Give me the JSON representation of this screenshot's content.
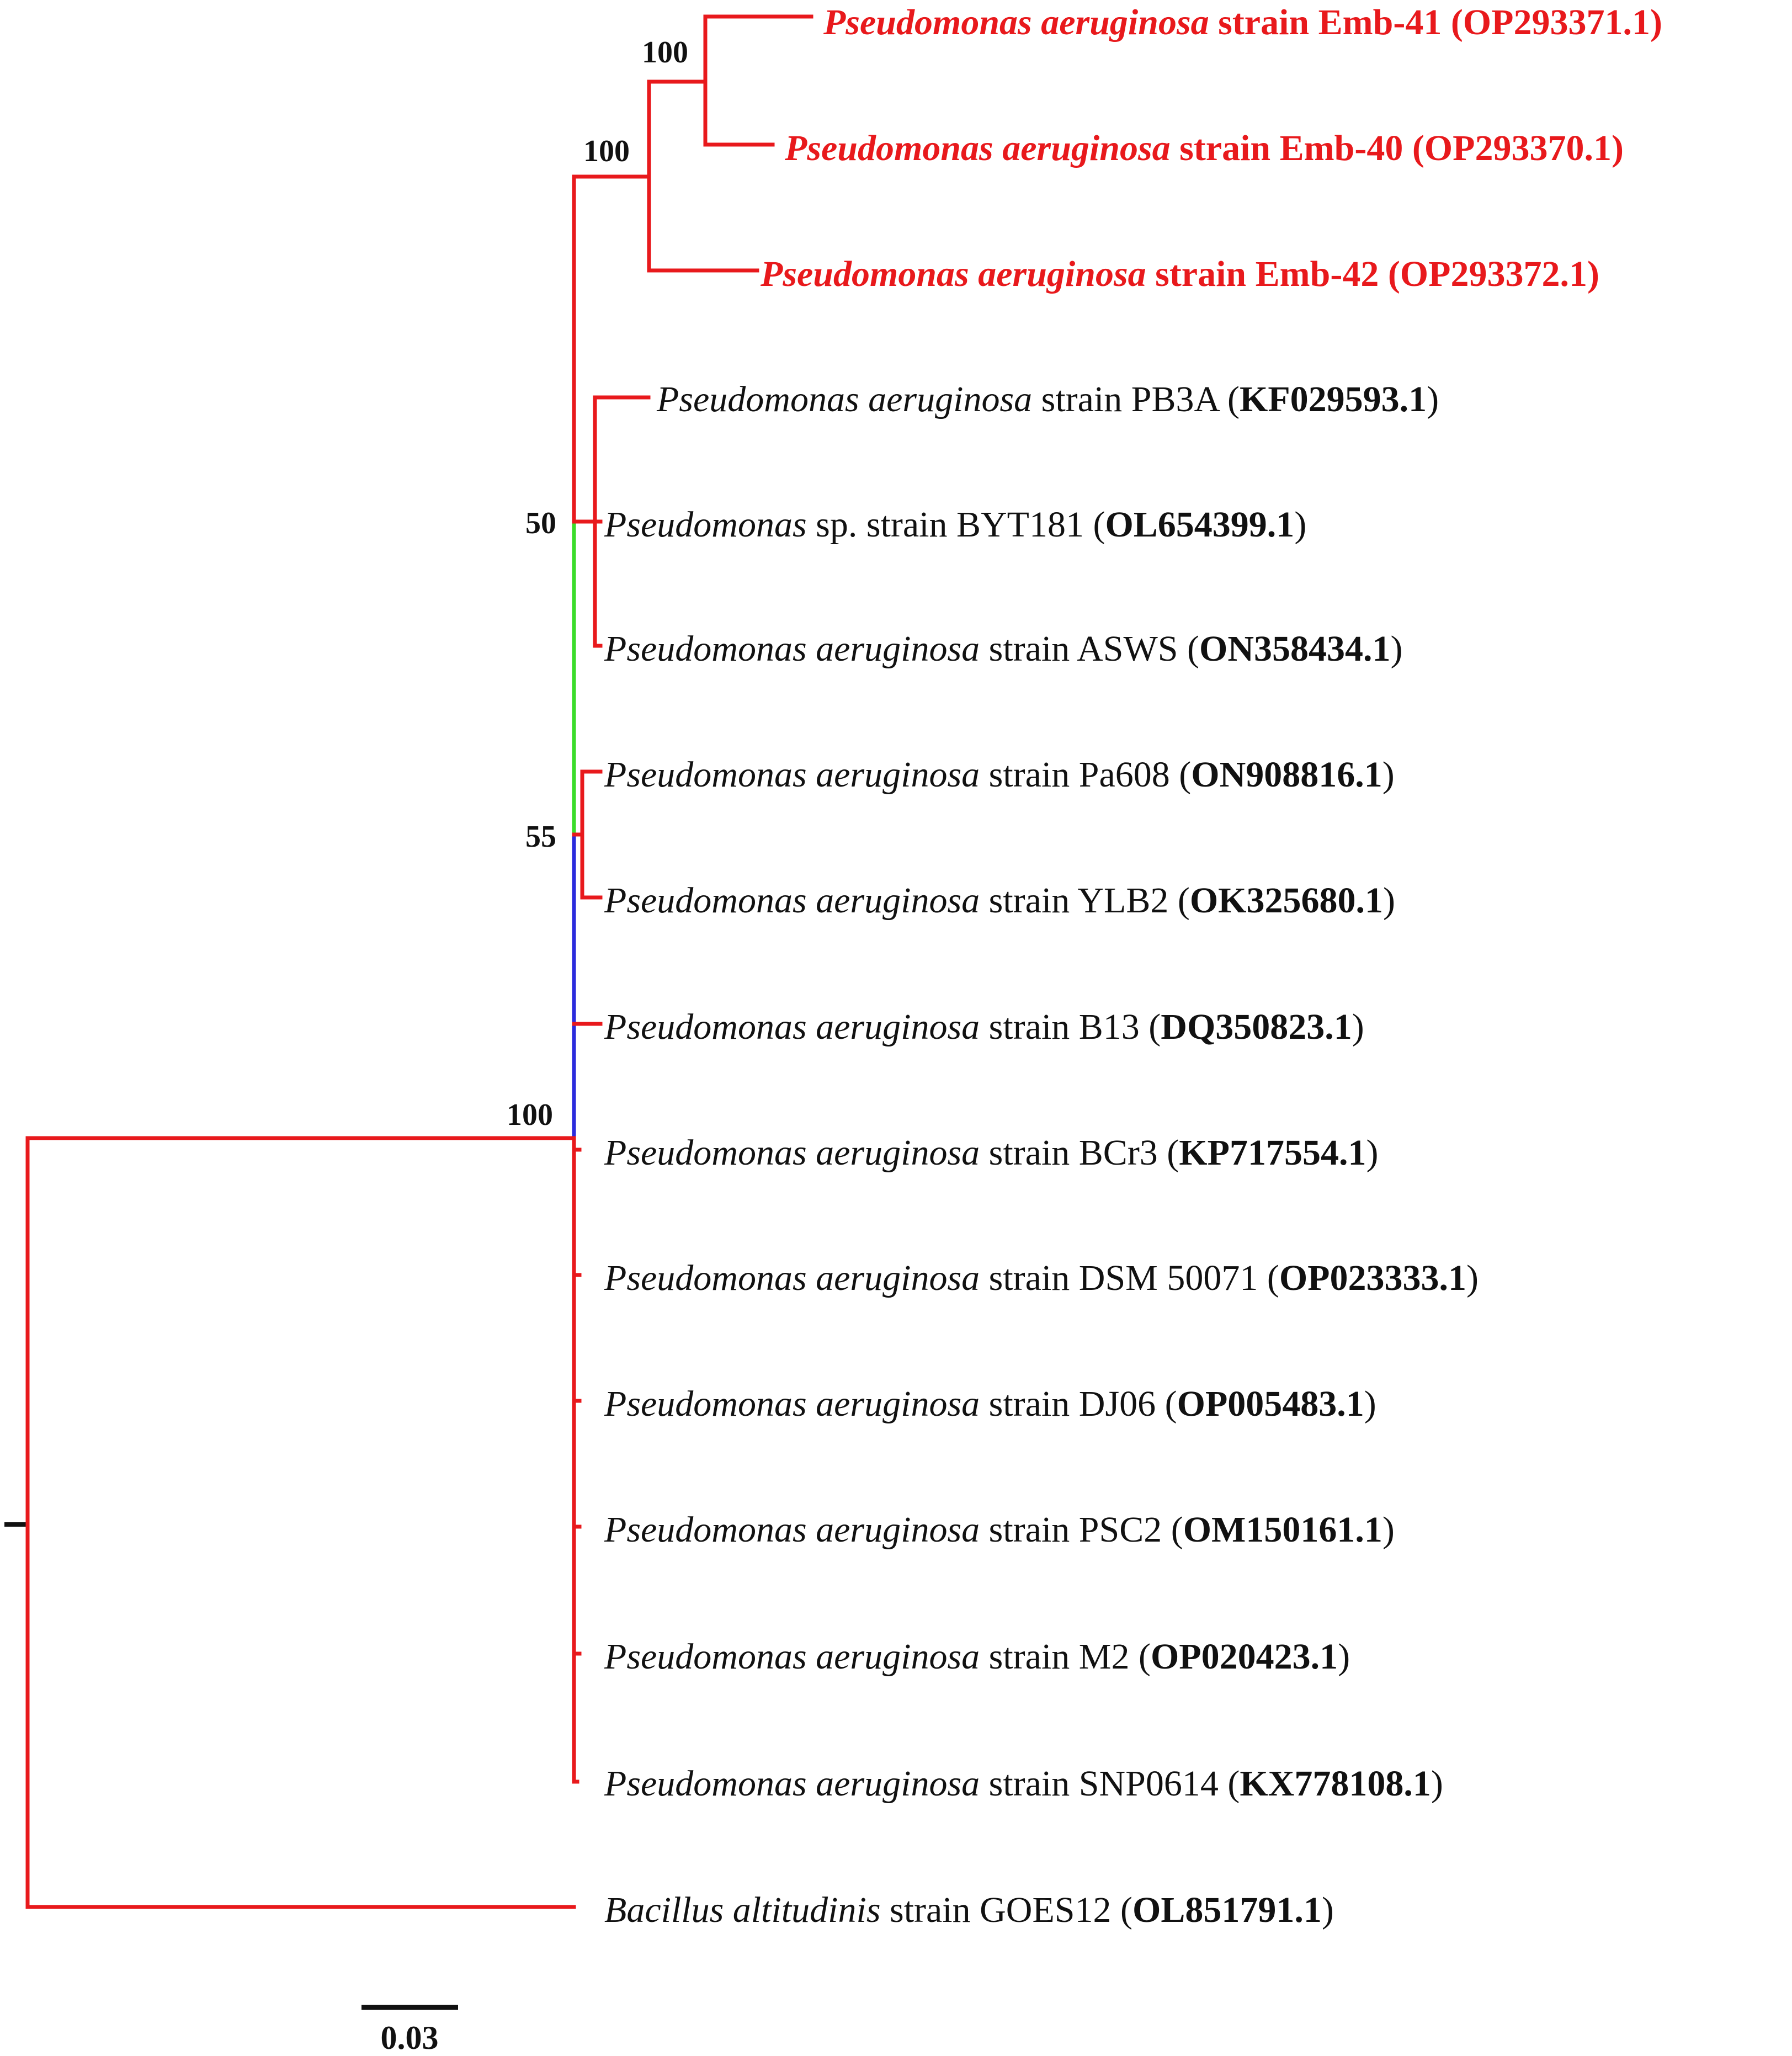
{
  "colors": {
    "branch_default": "#e8191c",
    "branch_green": "#3bdc2a",
    "branch_blue": "#2b2bdc",
    "highlight_text": "#e8191c",
    "text": "#111111",
    "root_tick": "#111111"
  },
  "tree": {
    "leaves": [
      {
        "id": "emb41",
        "species": "Pseudomonas aeruginosa",
        "rest": " strain Emb-41 ",
        "accession": "(OP293371.1)",
        "highlight": true
      },
      {
        "id": "emb40",
        "species": "Pseudomonas aeruginosa",
        "rest": " strain Emb-40 ",
        "accession": "(OP293370.1)",
        "highlight": true
      },
      {
        "id": "emb42",
        "species": "Pseudomonas aeruginosa",
        "rest": " strain Emb-42 ",
        "accession": "(OP293372.1)",
        "highlight": true
      },
      {
        "id": "pb3a",
        "species": "Pseudomonas aeruginosa",
        "rest": " strain PB3A (",
        "accession": "KF029593.1",
        "close": ")",
        "highlight": false
      },
      {
        "id": "byt181",
        "species": "Pseudomonas",
        "rest": " sp. strain BYT181 (",
        "accession": "OL654399.1",
        "close": ")",
        "highlight": false
      },
      {
        "id": "asws",
        "species": "Pseudomonas aeruginosa",
        "rest": " strain ASWS (",
        "accession": "ON358434.1",
        "close": ")",
        "highlight": false
      },
      {
        "id": "pa608",
        "species": "Pseudomonas aeruginosa",
        "rest": " strain Pa608 (",
        "accession": "ON908816.1",
        "close": ")",
        "highlight": false
      },
      {
        "id": "ylb2",
        "species": "Pseudomonas aeruginosa",
        "rest": " strain YLB2 (",
        "accession": "OK325680.1",
        "close": ")",
        "highlight": false
      },
      {
        "id": "b13",
        "species": "Pseudomonas aeruginosa",
        "rest": " strain B13 (",
        "accession": "DQ350823.1",
        "close": ")",
        "highlight": false
      },
      {
        "id": "bcr3",
        "species": "Pseudomonas aeruginosa",
        "rest": " strain BCr3 (",
        "accession": "KP717554.1",
        "close": ")",
        "highlight": false
      },
      {
        "id": "dsm50071",
        "species": "Pseudomonas aeruginosa",
        "rest": " strain DSM 50071 (",
        "accession": "OP023333.1",
        "close": ")",
        "highlight": false
      },
      {
        "id": "dj06",
        "species": "Pseudomonas aeruginosa",
        "rest": " strain DJ06 (",
        "accession": "OP005483.1",
        "close": ")",
        "highlight": false
      },
      {
        "id": "psc2",
        "species": "Pseudomonas aeruginosa",
        "rest": " strain PSC2 (",
        "accession": "OM150161.1",
        "close": ")",
        "highlight": false
      },
      {
        "id": "m2",
        "species": "Pseudomonas aeruginosa",
        "rest": " strain M2 (",
        "accession": "OP020423.1",
        "close": ")",
        "highlight": false
      },
      {
        "id": "snp0614",
        "species": "Pseudomonas aeruginosa",
        "rest": " strain SNP0614 (",
        "accession": "KX778108.1",
        "close": ")",
        "highlight": false
      },
      {
        "id": "goes12",
        "species": "Bacillus altitudinis",
        "rest": " strain GOES12 (",
        "accession": "OL851791.1",
        "close": ")",
        "highlight": false
      }
    ],
    "bootstrap": [
      {
        "id": "bs-emb41-40",
        "value": "100"
      },
      {
        "id": "bs-emb-clade",
        "value": "100"
      },
      {
        "id": "bs-byt-clade",
        "value": "50"
      },
      {
        "id": "bs-pa608-clade",
        "value": "55"
      },
      {
        "id": "bs-pseudomonas",
        "value": "100"
      }
    ],
    "scale_bar": {
      "label": "0.03"
    }
  }
}
